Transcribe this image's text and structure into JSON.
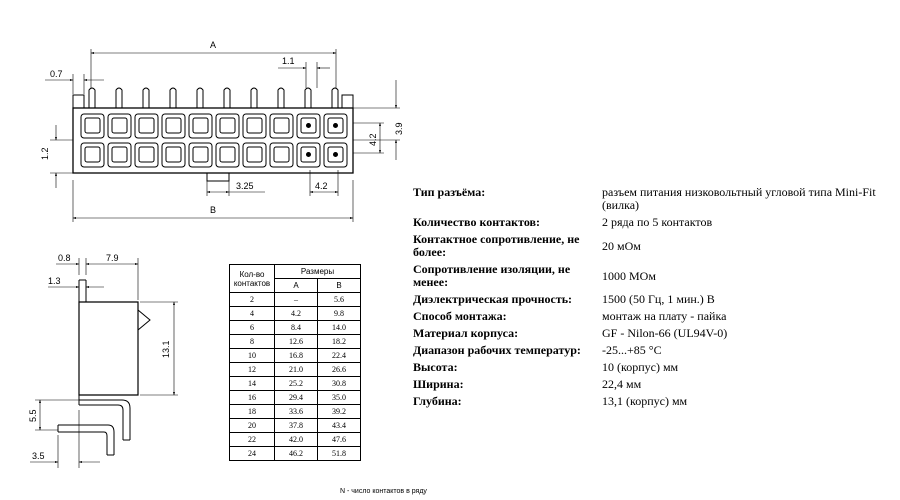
{
  "top_view": {
    "dim_a": "A",
    "dim_b": "B",
    "dim_0_7": "0.7",
    "dim_1_1": "1.1",
    "dim_1_2": "1.2",
    "dim_4_2_v": "4.2",
    "dim_3_9": "3.9",
    "dim_3_25": "3.25",
    "dim_4_2_h": "4.2"
  },
  "side_view": {
    "dim_0_8": "0.8",
    "dim_7_9": "7.9",
    "dim_1_3": "1.3",
    "dim_13_1": "13.1",
    "dim_5_5": "5.5",
    "dim_3_5": "3.5"
  },
  "size_table": {
    "col_count": "Кол-во контактов",
    "col_sizes": "Размеры",
    "col_a": "A",
    "col_b": "B",
    "rows": [
      [
        "2",
        "–",
        "5.6"
      ],
      [
        "4",
        "4.2",
        "9.8"
      ],
      [
        "6",
        "8.4",
        "14.0"
      ],
      [
        "8",
        "12.6",
        "18.2"
      ],
      [
        "10",
        "16.8",
        "22.4"
      ],
      [
        "12",
        "21.0",
        "26.6"
      ],
      [
        "14",
        "25.2",
        "30.8"
      ],
      [
        "16",
        "29.4",
        "35.0"
      ],
      [
        "18",
        "33.6",
        "39.2"
      ],
      [
        "20",
        "37.8",
        "43.4"
      ],
      [
        "22",
        "42.0",
        "47.6"
      ],
      [
        "24",
        "46.2",
        "51.8"
      ]
    ]
  },
  "footnote": "N - число контактов в ряду",
  "specs": [
    {
      "key": "Тип разъёма:",
      "value": "разъем питания низковольтный угловой типа Mini-Fit (вилка)"
    },
    {
      "key": "Количество контактов:",
      "value": "2 ряда по 5 контактов"
    },
    {
      "key": "Контактное сопротивление, не более:",
      "value": "20 мОм"
    },
    {
      "key": "Сопротивление изоляции, не менее:",
      "value": "1000 МОм"
    },
    {
      "key": "Диэлектрическая прочность:",
      "value": "1500 (50 Гц, 1 мин.) В"
    },
    {
      "key": "Способ монтажа:",
      "value": "монтаж на плату - пайка"
    },
    {
      "key": "Материал корпуса:",
      "value": "GF - Nilon-66 (UL94V-0)"
    },
    {
      "key": "Диапазон рабочих температур:",
      "value": "-25...+85 °C"
    },
    {
      "key": "Высота:",
      "value": "10 (корпус) мм"
    },
    {
      "key": "Ширина:",
      "value": "22,4 мм"
    },
    {
      "key": "Глубина:",
      "value": "13,1 (корпус) мм"
    }
  ]
}
